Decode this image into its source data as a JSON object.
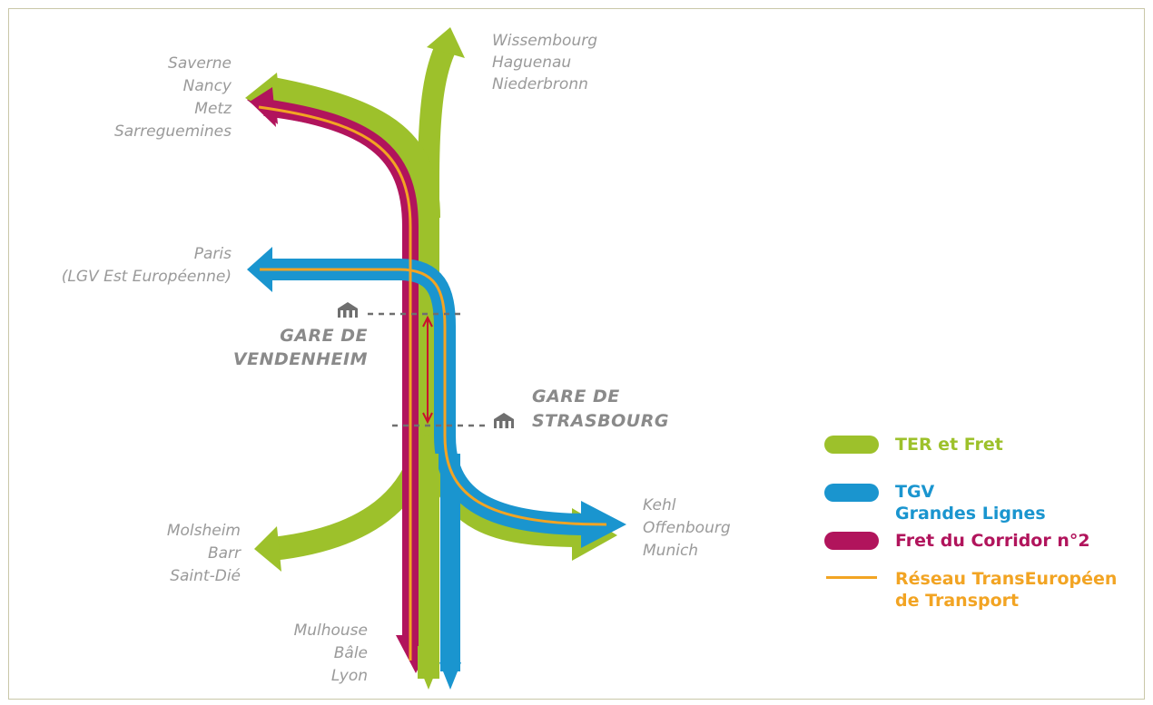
{
  "colors": {
    "ter": "#9dc12b",
    "tgv": "#1a95cf",
    "fret": "#b1145c",
    "ten": "#f2a423",
    "station_text": "#8a8a8a",
    "dest_text": "#9a9a9a",
    "border": "#c9c7a8"
  },
  "destinations": {
    "north": [
      "Wissembourg",
      "Haguenau",
      "Niederbronn"
    ],
    "northwest": [
      "Saverne",
      "Nancy",
      "Metz",
      "Sarreguemines"
    ],
    "west": [
      "Paris",
      "(LGV Est Européenne)"
    ],
    "east": [
      "Kehl",
      "Offenbourg",
      "Munich"
    ],
    "southwest": [
      "Molsheim",
      "Barr",
      "Saint-Dié"
    ],
    "south": [
      "Mulhouse",
      "Bâle",
      "Lyon"
    ]
  },
  "stations": {
    "vendenheim": [
      "GARE DE",
      "VENDENHEIM"
    ],
    "strasbourg": [
      "GARE DE",
      "STRASBOURG"
    ],
    "station_icon": "station-building-icon"
  },
  "legend": {
    "ter": [
      "TER et Fret"
    ],
    "tgv": [
      "TGV",
      "Grandes Lignes"
    ],
    "fret": [
      "Fret du Corridor n°2"
    ],
    "ten": [
      "Réseau TransEuropéen",
      "de Transport"
    ]
  }
}
